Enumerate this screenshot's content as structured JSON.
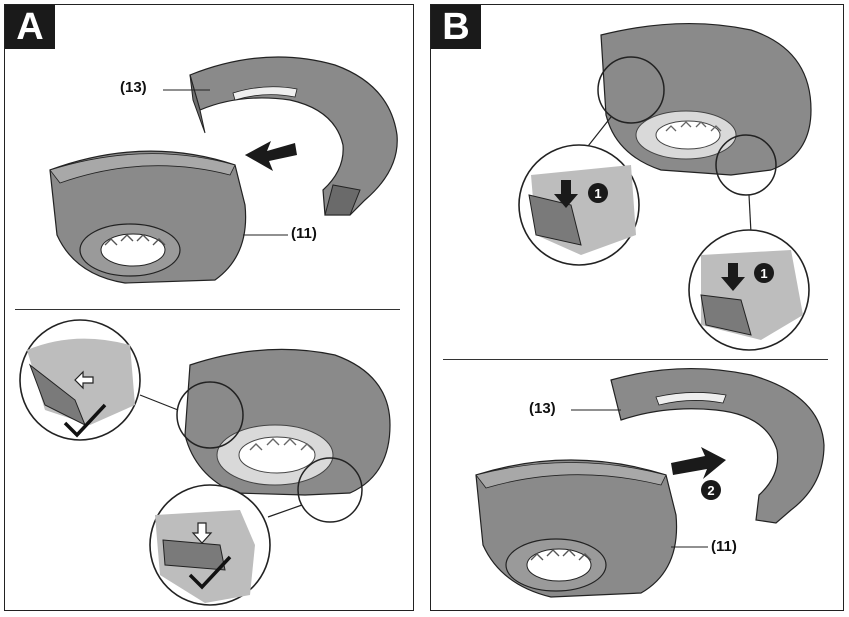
{
  "panels": {
    "a": {
      "letter": "A"
    },
    "b": {
      "letter": "B"
    }
  },
  "callouts": {
    "guard_cover": "(13)",
    "guard_base": "(11)"
  },
  "step_badges": {
    "one": "1",
    "two": "2"
  },
  "colors": {
    "guard_dark": "#7a7a7a",
    "guard_mid": "#9a9a9a",
    "guard_light": "#bdbdbd",
    "ring": "#d9d9d9",
    "outline": "#222222"
  },
  "icons": [
    "arrow-icon",
    "checkmark-icon",
    "step-badge-icon",
    "magnifier-circle-icon"
  ]
}
